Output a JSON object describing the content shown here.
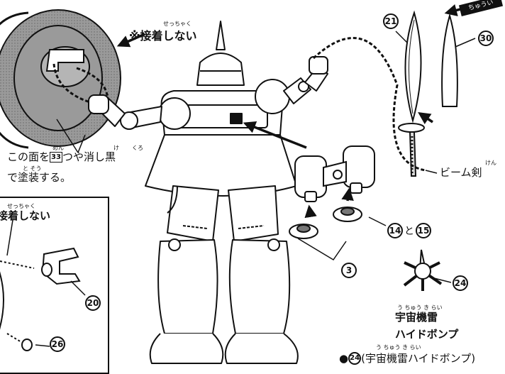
{
  "callouts": {
    "no_glue_top": "※接着しない",
    "no_glue_inset": "接着しない",
    "paint_line1_a": "この面を",
    "paint_code": "33",
    "paint_line1_b": "つや消し黒",
    "paint_line2": "で塗装する。",
    "beam_saber": "ビーム剣",
    "and_label": "と",
    "mine_name_1": "宇宙機雷",
    "mine_name_2": "ハイドボンプ",
    "mine_footer_bullet": "●",
    "mine_footer_text": "(宇宙機雷ハイドボンプ)",
    "caution_tag": "ちゅうい"
  },
  "furigana": {
    "secchaku": "せっちゃく",
    "men": "めん",
    "ke": "け",
    "kuro": "くろ",
    "tosou": "と そう",
    "ken": "けん",
    "ucyuu_kirai": "う ちゅう き らい",
    "inset_secchaku": "せっちゃく"
  },
  "part_numbers": {
    "p21": "21",
    "p30": "30",
    "p14": "14",
    "p15": "15",
    "p3": "3",
    "p20": "20",
    "p24": "24",
    "p26": "26",
    "p24_footer": "24"
  },
  "colors": {
    "ink": "#111111",
    "shield_fill": "#8a8a8a",
    "paper": "#ffffff"
  }
}
